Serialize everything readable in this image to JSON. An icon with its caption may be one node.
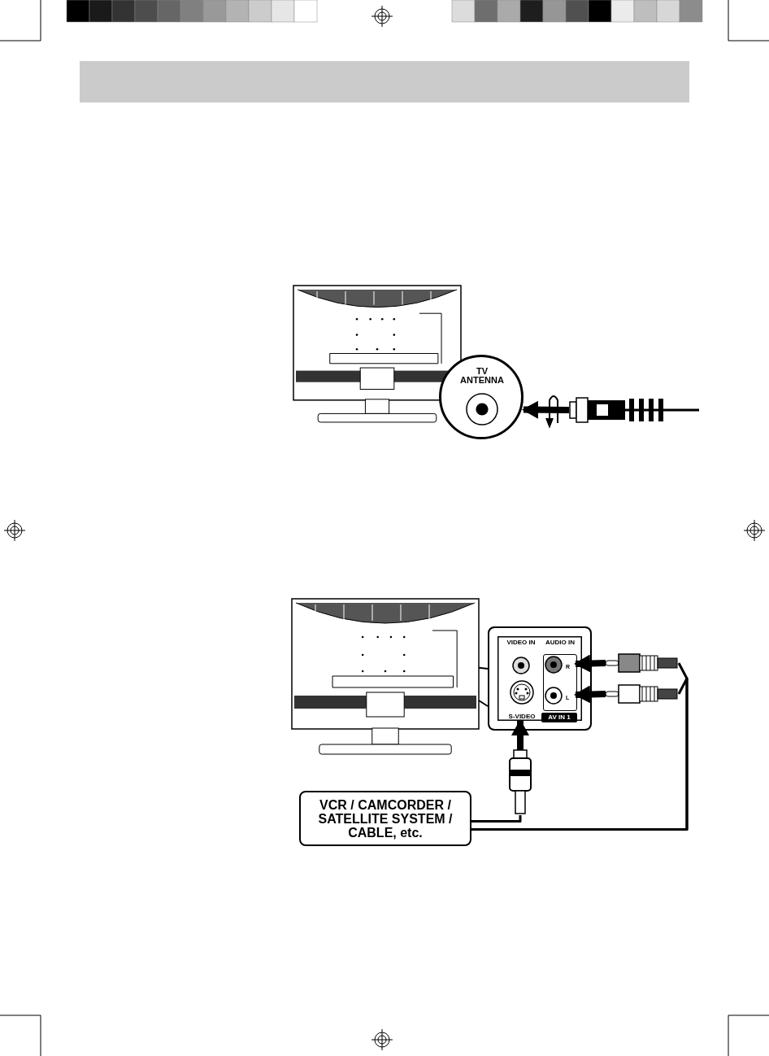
{
  "diagram": {
    "nodes": [
      {
        "text": [],
        "shape": "picture"
      },
      {
        "text": [
          "TV ANTENNA"
        ]
      },
      {
        "text": [],
        "shape": "picture"
      },
      {
        "text": [],
        "shape": "picture"
      },
      {
        "text": [],
        "shape": "box"
      },
      {
        "text": [
          "VIDEO IN"
        ],
        "in": 4
      },
      {
        "text": [
          "AUDIO IN"
        ],
        "in": 4
      },
      {
        "text": [
          "R"
        ],
        "in": 6
      },
      {
        "text": [
          "L"
        ],
        "in": 6
      },
      {
        "text": [
          "S-VIDEO"
        ],
        "in": 4
      },
      {
        "text": [
          "AV IN 1"
        ],
        "in": 4
      },
      {
        "text": [],
        "shape": "picture"
      },
      {
        "text": [],
        "shape": "picture"
      },
      {
        "text": [],
        "shape": "picture"
      },
      {
        "text": [
          "VCR / CAMCORDER / SATELLITE SYSTEM / CABLE, etc."
        ]
      }
    ],
    "edges": [
      {
        "from": 2,
        "to": 1,
        "arrow": "to"
      },
      {
        "from": 11,
        "to": 7,
        "arrow": "to"
      },
      {
        "from": 12,
        "to": 8,
        "arrow": "to"
      },
      {
        "from": 13,
        "to": 9,
        "arrow": "to"
      },
      {
        "from": 14,
        "to": 13,
        "arrow": "none"
      },
      {
        "from": 14,
        "to": 11,
        "arrow": "none"
      },
      {
        "from": 14,
        "to": 12,
        "arrow": "none"
      }
    ]
  }
}
